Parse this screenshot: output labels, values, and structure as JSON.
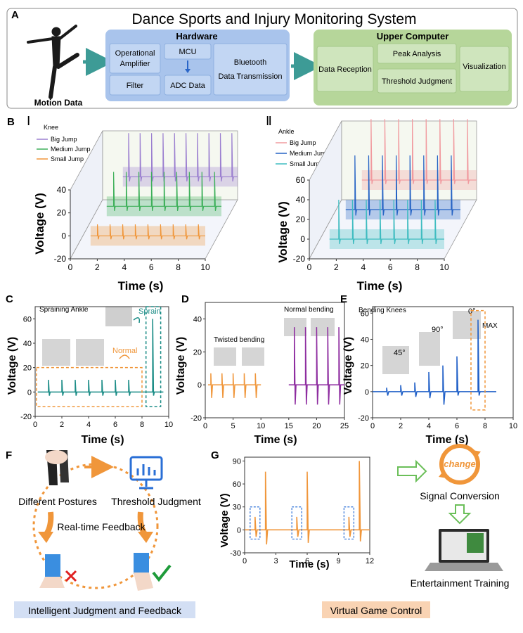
{
  "panelA": {
    "letter": "A",
    "title": "Dance Sports and Injury Monitoring System",
    "motion_label": "Motion Data",
    "hardware": {
      "title": "Hardware",
      "op_amp": [
        "Operational",
        "Amplifier"
      ],
      "filter": "Filter",
      "mcu": "MCU",
      "adc": "ADC Data",
      "bluetooth": [
        "Bluetooth",
        "Data Transmission"
      ]
    },
    "upper": {
      "title": "Upper Computer",
      "reception": "Data Reception",
      "peak": "Peak Analysis",
      "threshold": "Threshold Judgment",
      "visualization": "Visualization"
    },
    "colors": {
      "hardware": "#a9c4ec",
      "upper": "#b6d69a",
      "arrow": "#3d9b96"
    }
  },
  "panelB": {
    "letter": "B",
    "knee": {
      "roman": "Ⅰ",
      "legend_title": "Knee",
      "series": [
        "Big Jump",
        "Medium Jump",
        "Small Jump"
      ],
      "colors": [
        "#9b7fd0",
        "#3eb05a",
        "#f0963a"
      ],
      "yticks": [
        "40",
        "20",
        "0",
        "-20"
      ],
      "xticks": [
        "0",
        "2",
        "4",
        "6",
        "8",
        "10"
      ]
    },
    "ankle": {
      "roman": "Ⅱ",
      "legend_title": "Ankle",
      "series": [
        "Big Jump",
        "Medium Jump",
        "Small Jump"
      ],
      "colors": [
        "#f19a9f",
        "#2563c4",
        "#3ebcc0"
      ],
      "yticks": [
        "60",
        "40",
        "20",
        "0",
        "-20"
      ],
      "xticks": [
        "0",
        "2",
        "4",
        "6",
        "8",
        "10"
      ]
    },
    "ylabel": "Voltage (V)",
    "xlabel": "Time (s)"
  },
  "panelC": {
    "letter": "C",
    "title": "Spraining Ankle",
    "sprain": "Sprain",
    "normal": "Normal",
    "ylabel": "Voltage (V)",
    "xlabel": "Time (s)",
    "yticks": [
      "60",
      "40",
      "20",
      "0",
      "-20"
    ],
    "xticks": [
      "0",
      "2",
      "4",
      "6",
      "8",
      "10"
    ],
    "color": "#1a8c86"
  },
  "panelD": {
    "letter": "D",
    "twisted": "Twisted bending",
    "normal": "Normal bending",
    "ylabel": "Voltage (V)",
    "xlabel": "Time (s)",
    "yticks": [
      "40",
      "20",
      "0",
      "-20"
    ],
    "xticks": [
      "0",
      "5",
      "10",
      "15",
      "20",
      "25"
    ],
    "colors": [
      "#f0963a",
      "#8e2da0"
    ]
  },
  "panelE": {
    "letter": "E",
    "title": "Bending Knees",
    "angles": [
      "45°",
      "90°",
      "0°"
    ],
    "max": "MAX",
    "ylabel": "Voltage (V)",
    "xlabel": "Time (s)",
    "yticks": [
      "60",
      "40",
      "20",
      "0",
      "-20"
    ],
    "xticks": [
      "0",
      "2",
      "4",
      "6",
      "8",
      "10"
    ],
    "color": "#1f5fc7"
  },
  "panelF": {
    "letter": "F",
    "postures": "Different Postures",
    "threshold": "Threshold Judgment",
    "feedback": "Real-time Feedback",
    "caption": "Intelligent Judgment and Feedback"
  },
  "panelG": {
    "letter": "G",
    "ylabel": "Voltage (V)",
    "xlabel": "Time (s)",
    "yticks": [
      "90",
      "60",
      "30",
      "0",
      "-30"
    ],
    "xticks": [
      "0",
      "3",
      "6",
      "9",
      "12"
    ],
    "change": "change",
    "signal": "Signal Conversion",
    "training": "Entertainment Training",
    "caption": "Virtual Game Control",
    "color": "#f0963a"
  },
  "chart_data": [
    {
      "type": "line",
      "title": "Knee",
      "xlabel": "Time (s)",
      "ylabel": "Voltage (V)",
      "xlim": [
        0,
        10
      ],
      "ylim": [
        -20,
        40
      ],
      "series": [
        {
          "name": "Big Jump",
          "peak_times": [
            0.5,
            1.5,
            2.5,
            3.5,
            4.5,
            5.5,
            6.5,
            7.5,
            8.5,
            9.5
          ],
          "peak": 38,
          "trough": -4
        },
        {
          "name": "Medium Jump",
          "peak_times": [
            0.6,
            1.7,
            2.8,
            3.9,
            5.0,
            6.1,
            7.2,
            8.3,
            9.4
          ],
          "peak": 30,
          "trough": -4
        },
        {
          "name": "Small Jump",
          "peak_times": [
            0.6,
            1.7,
            2.8,
            3.9,
            5.0,
            6.1,
            7.2,
            8.3,
            9.4
          ],
          "peak": 10,
          "trough": -3
        }
      ]
    },
    {
      "type": "line",
      "title": "Ankle",
      "xlabel": "Time (s)",
      "ylabel": "Voltage (V)",
      "xlim": [
        0,
        10
      ],
      "ylim": [
        -20,
        60
      ],
      "series": [
        {
          "name": "Big Jump",
          "peak_times": [
            0.8,
            2.0,
            3.2,
            4.4,
            5.6,
            6.8,
            8.0,
            9.2
          ],
          "peak": 62,
          "trough": -4
        },
        {
          "name": "Medium Jump",
          "peak_times": [
            0.8,
            2.0,
            3.2,
            4.4,
            5.6,
            6.8,
            8.0,
            9.2
          ],
          "peak": 55,
          "trough": -6
        },
        {
          "name": "Small Jump",
          "peak_times": [
            0.8,
            2.0,
            3.2,
            4.4,
            5.6,
            6.8,
            8.0,
            9.2
          ],
          "peak": 40,
          "trough": -5
        }
      ]
    },
    {
      "type": "line",
      "title": "Spraining Ankle",
      "xlabel": "Time (s)",
      "ylabel": "Voltage (V)",
      "xlim": [
        0,
        10
      ],
      "ylim": [
        -20,
        70
      ],
      "series": [
        {
          "name": "Normal",
          "peak_times": [
            1.0,
            2.0,
            3.0,
            4.0,
            5.0,
            6.0,
            7.0
          ],
          "peak": 10,
          "trough": -3
        },
        {
          "name": "Sprain",
          "peak_times": [
            8.8
          ],
          "peak": 60,
          "trough": -3
        }
      ]
    },
    {
      "type": "line",
      "xlabel": "Time (s)",
      "ylabel": "Voltage (V)",
      "xlim": [
        0,
        25
      ],
      "ylim": [
        -20,
        50
      ],
      "series": [
        {
          "name": "Twisted bending",
          "peak_times": [
            1,
            3,
            5,
            7,
            9
          ],
          "peak": 7,
          "trough": -8
        },
        {
          "name": "Normal bending",
          "peak_times": [
            16,
            18,
            20,
            22,
            24
          ],
          "peak": 35,
          "trough": -12
        }
      ]
    },
    {
      "type": "line",
      "title": "Bending Knees",
      "xlabel": "Time (s)",
      "ylabel": "Voltage (V)",
      "xlim": [
        0,
        10
      ],
      "ylim": [
        -20,
        65
      ],
      "points": [
        [
          1.0,
          3
        ],
        [
          2.0,
          5
        ],
        [
          3.0,
          7
        ],
        [
          4.0,
          15
        ],
        [
          5.0,
          20
        ],
        [
          6.0,
          27
        ],
        [
          7.5,
          55
        ]
      ],
      "troughs": [
        [
          1.0,
          -3
        ],
        [
          2.0,
          -3
        ],
        [
          4.0,
          -4
        ],
        [
          6.0,
          -5
        ],
        [
          7.2,
          -10
        ]
      ]
    },
    {
      "type": "line",
      "xlabel": "Time (s)",
      "ylabel": "Voltage (V)",
      "xlim": [
        0,
        12
      ],
      "ylim": [
        -30,
        95
      ],
      "points": [
        [
          1,
          17
        ],
        [
          2,
          76
        ],
        [
          5,
          17
        ],
        [
          6,
          76
        ],
        [
          10,
          17
        ],
        [
          11,
          90
        ]
      ],
      "troughs": [
        [
          1,
          -9
        ],
        [
          2,
          -19
        ],
        [
          5,
          -9
        ],
        [
          6,
          -17
        ],
        [
          10,
          -9
        ],
        [
          11,
          -15
        ]
      ]
    }
  ]
}
